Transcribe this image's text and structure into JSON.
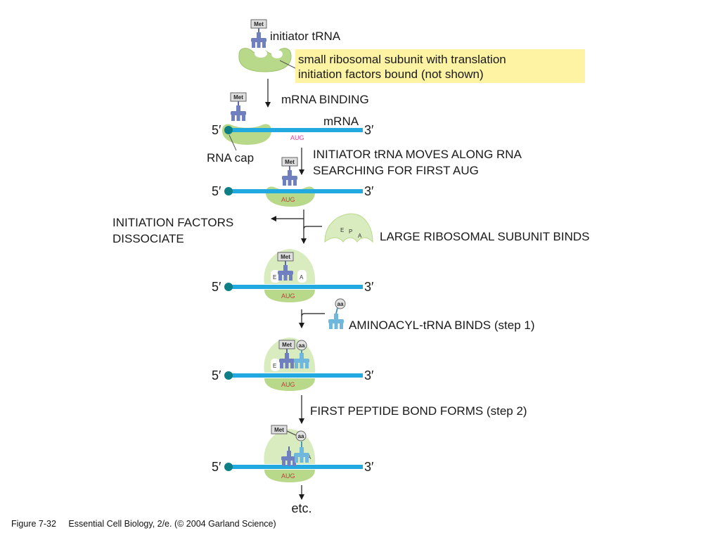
{
  "labels": {
    "initiator_trna": "initiator tRNA",
    "small_subunit_line1": "small ribosomal subunit with translation",
    "small_subunit_line2": "initiation factors bound (not shown)",
    "mrna_binding": "mRNA BINDING",
    "mrna": "mRNA",
    "rna_cap": "RNA cap",
    "moves_line1": "INITIATOR tRNA MOVES ALONG RNA",
    "moves_line2": "SEARCHING FOR FIRST AUG",
    "factors_line1": "INITIATION FACTORS",
    "factors_line2": "DISSOCIATE",
    "large_subunit_binds": "LARGE RIBOSOMAL SUBUNIT BINDS",
    "aminoacyl_binds": "AMINOACYL-tRNA BINDS (step 1)",
    "peptide_bond": "FIRST PEPTIDE BOND FORMS (step 2)",
    "etc": "etc.",
    "five_prime": "5′",
    "three_prime": "3′",
    "aug": "AUG",
    "met": "Met",
    "aa": "aa",
    "site_e": "E",
    "site_p": "P",
    "site_a": "A"
  },
  "caption": {
    "figure": "Figure 7-32",
    "source": "Essential Cell Biology, 2/e. (© 2004 Garland Science)"
  },
  "colors": {
    "ribosome": "#b9d98a",
    "ribosome_light": "#d9ecbf",
    "mrna": "#22a9e0",
    "cap": "#0d7f86",
    "trna_initiator": "#6f7fbf",
    "trna_aminoacyl": "#6fb7dd",
    "highlight": "#fdf3a2",
    "aug_first": "#e0409a",
    "aug_later": "#c23a3a"
  }
}
